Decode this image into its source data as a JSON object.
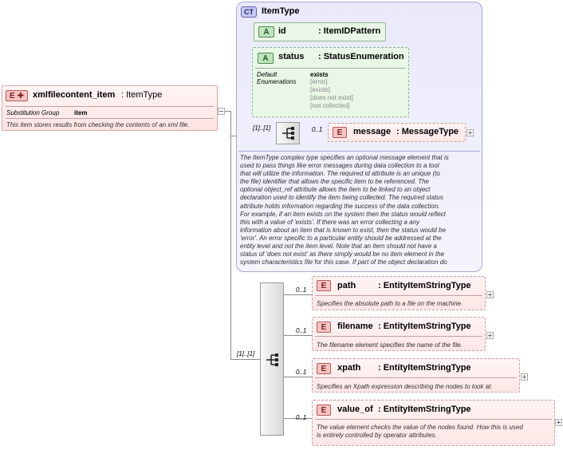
{
  "root": {
    "badge": "E",
    "name": "xmlfilecontent_item",
    "type": ": ItemType",
    "subst_label": "Substitution Group",
    "subst_value": "item",
    "doc": "This item stores results from checking the contents of an xml file."
  },
  "complex_type": {
    "badge": "CT",
    "name": "ItemType",
    "attributes": [
      {
        "badge": "A",
        "name": "id",
        "type": ": ItemIDPattern"
      },
      {
        "badge": "A",
        "name": "status",
        "type": ": StatusEnumeration"
      }
    ],
    "status_details": {
      "default_label": "Default",
      "enum_label": "Enumerations",
      "default_value": "exists",
      "enumerations": [
        "[error]",
        "[exists]",
        "[does not exist]",
        "[not collected]"
      ]
    },
    "sequence_cardinality": "[1]..[1]",
    "message": {
      "badge": "E",
      "cardinality": "0..1",
      "name": "message",
      "type": ": MessageType"
    },
    "doc_lines": [
      "The ItemType complex type specifies an optional message element that is",
      "used to pass things like error messages during data collection to a tool",
      "that will utilize the information. The required id attribute is an unique (to",
      "the file) identifier that allows the specific item to be referenced. The",
      "optional object_ref attribute allows the item to be linked to an object",
      "declaration used to identify the item being collected. The required status",
      "attribute holds information regarding the success of the data collection.",
      "For example, if an item exists on the system then the status would reflect",
      "this with a value of 'exists'. If there was an error collecting a any",
      "information about an item that is known to exist, then the status would be",
      "'error'. An error specific to a particular entity should be addressed at the",
      "entity level and not the item level. Note that an item should not have a",
      "status of 'does not exist' as there simply would be no item element in the",
      "system characteristics file for this case. If part of the object declaration do"
    ]
  },
  "sequence": {
    "cardinality": "[1]..[1]"
  },
  "children": [
    {
      "badge": "E",
      "cardinality": "0..1",
      "name": "path",
      "type": ": EntityItemStringType",
      "doc": [
        "Specifies the absolute path to a file on the machine."
      ]
    },
    {
      "badge": "E",
      "cardinality": "0..1",
      "name": "filename",
      "type": ": EntityItemStringType",
      "doc": [
        "The filename element specifies the name of the file."
      ]
    },
    {
      "badge": "E",
      "cardinality": "0..1",
      "name": "xpath",
      "type": ": EntityItemStringType",
      "doc": [
        "Specifies an Xpath expression describing the nodes to look at."
      ]
    },
    {
      "badge": "E",
      "cardinality": "0..1",
      "name": "value_of",
      "type": ": EntityItemStringType",
      "doc": [
        "The value element checks the value of the nodes found. How this is used",
        "is entirely controlled by operator attributes."
      ]
    }
  ],
  "colors": {
    "element": "#ffe6e6",
    "attribute": "#e9f7e7",
    "complex_type": "#ececfb"
  }
}
